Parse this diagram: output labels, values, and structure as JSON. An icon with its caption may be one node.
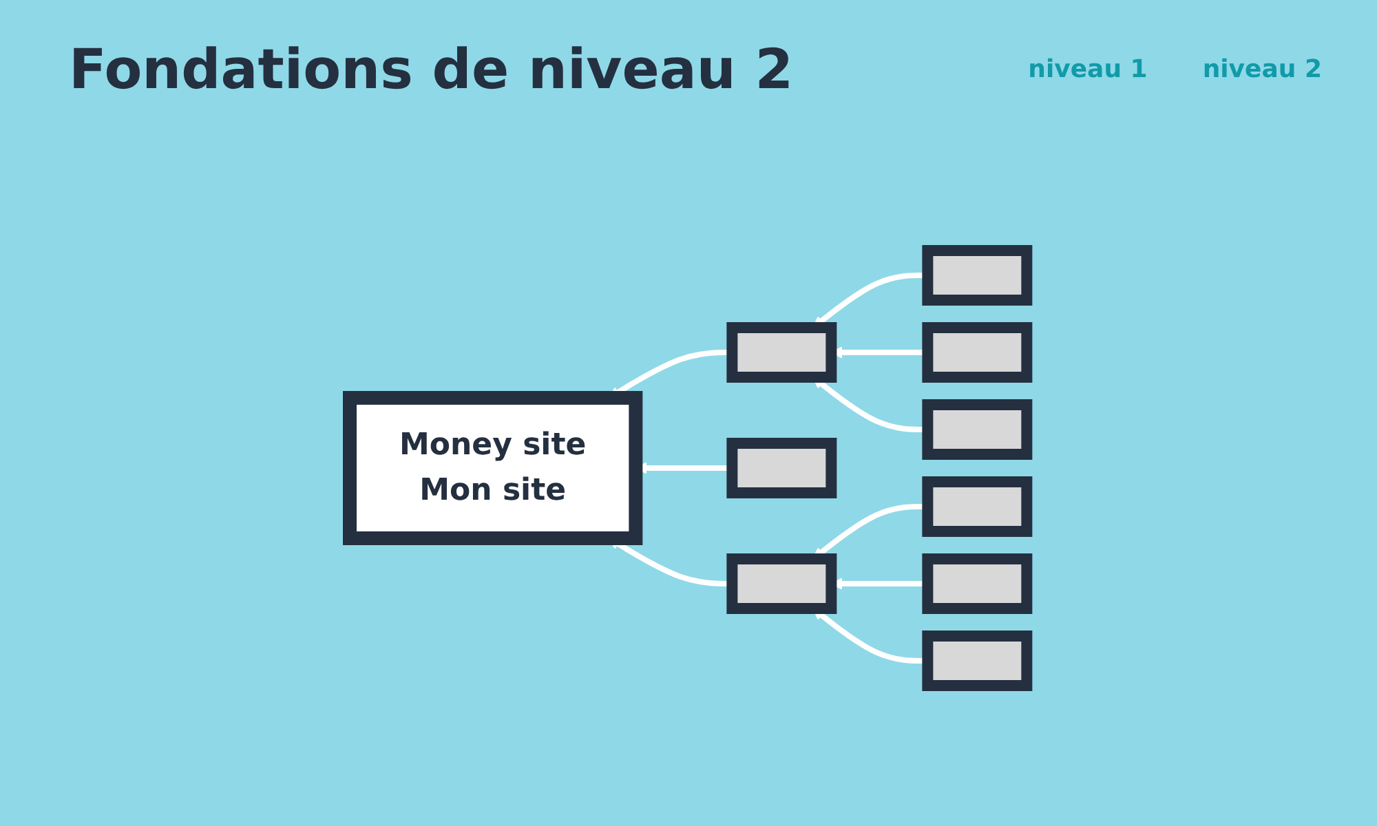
{
  "diagram": {
    "title": "Fondations de niveau 2",
    "nodes": [
      {
        "text": [
          "Money site",
          "Mon site"
        ]
      },
      {
        "text": [],
        "shape": "box"
      },
      {
        "text": [],
        "shape": "box"
      },
      {
        "text": [],
        "shape": "box"
      },
      {
        "text": [],
        "shape": "box"
      },
      {
        "text": [],
        "shape": "box"
      },
      {
        "text": [],
        "shape": "box"
      },
      {
        "text": [],
        "shape": "box"
      },
      {
        "text": [],
        "shape": "box"
      },
      {
        "text": [],
        "shape": "box"
      }
    ],
    "edges": [
      {
        "from": 1,
        "to": 0,
        "arrow": "to"
      },
      {
        "from": 2,
        "to": 0,
        "arrow": "to"
      },
      {
        "from": 3,
        "to": 0,
        "arrow": "to"
      },
      {
        "from": 4,
        "to": 1,
        "arrow": "to"
      },
      {
        "from": 5,
        "to": 1,
        "arrow": "to"
      },
      {
        "from": 6,
        "to": 1,
        "arrow": "to"
      },
      {
        "from": 7,
        "to": 3,
        "arrow": "to"
      },
      {
        "from": 8,
        "to": 3,
        "arrow": "to"
      },
      {
        "from": 9,
        "to": 3,
        "arrow": "to"
      }
    ],
    "labels": [
      "niveau 1",
      "niveau 2"
    ]
  }
}
